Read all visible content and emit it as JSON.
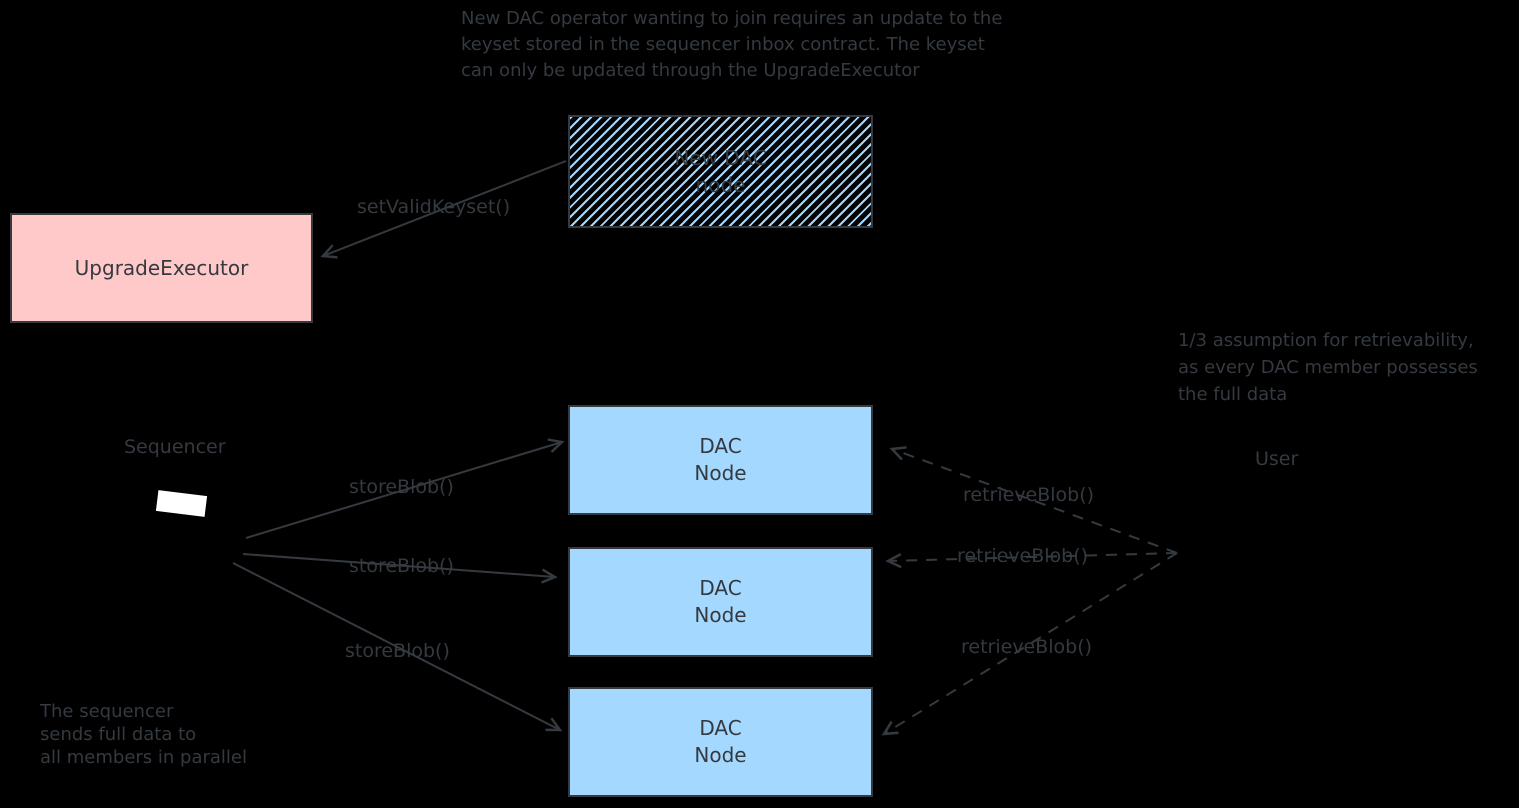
{
  "diagram": {
    "background": "#000000",
    "stroke_color": "#343a40",
    "notes": {
      "top": "New DAC operator wanting to join requires an update to the\nkeyset stored in the sequencer inbox contract. The keyset\ncan only be updated through the UpgradeExecutor",
      "right": "1/3 assumption for retrievability,\nas every DAC member possesses\nthe full data",
      "bottom_left": "The sequencer\nsends full data to\nall members in parallel"
    },
    "boxes": {
      "new_dac_node": {
        "label": "New DAC\nnode",
        "fill": "#a5d8ff",
        "style": "hatched"
      },
      "upgrade_executor": {
        "label": "UpgradeExecutor",
        "fill": "#ffc9c9"
      },
      "dac_node_1": {
        "label": "DAC\nNode",
        "fill": "#a5d8ff"
      },
      "dac_node_2": {
        "label": "DAC\nNode",
        "fill": "#a5d8ff"
      },
      "dac_node_3": {
        "label": "DAC\nNode",
        "fill": "#a5d8ff"
      }
    },
    "actors": {
      "sequencer": {
        "label": "Sequencer"
      },
      "user": {
        "label": "User"
      }
    },
    "edges": {
      "set_valid_keyset": {
        "label": "setValidKeyset()",
        "style": "solid"
      },
      "store_blob_1": {
        "label": "storeBlob()",
        "style": "solid"
      },
      "store_blob_2": {
        "label": "storeBlob()",
        "style": "solid"
      },
      "store_blob_3": {
        "label": "storeBlob()",
        "style": "solid"
      },
      "retrieve_blob_1": {
        "label": "retrieveBlob()",
        "style": "dashed"
      },
      "retrieve_blob_2": {
        "label": "retrieveBlob()",
        "style": "dashed"
      },
      "retrieve_blob_3": {
        "label": "retrieveBlob()",
        "style": "dashed"
      }
    }
  }
}
